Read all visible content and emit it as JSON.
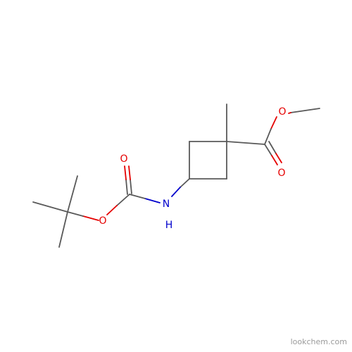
{
  "molecule": {
    "atom_labels": {
      "ester_o_single": "O",
      "ester_o_double": "O",
      "carbamate_o_double": "O",
      "carbamate_o_single": "O",
      "nitrogen": "N",
      "nitrogen_h": "H"
    },
    "colors": {
      "bond": "#595959",
      "oxygen": "#e50000",
      "nitrogen": "#0000cc"
    }
  },
  "watermark": {
    "text": "lookchem.com"
  }
}
